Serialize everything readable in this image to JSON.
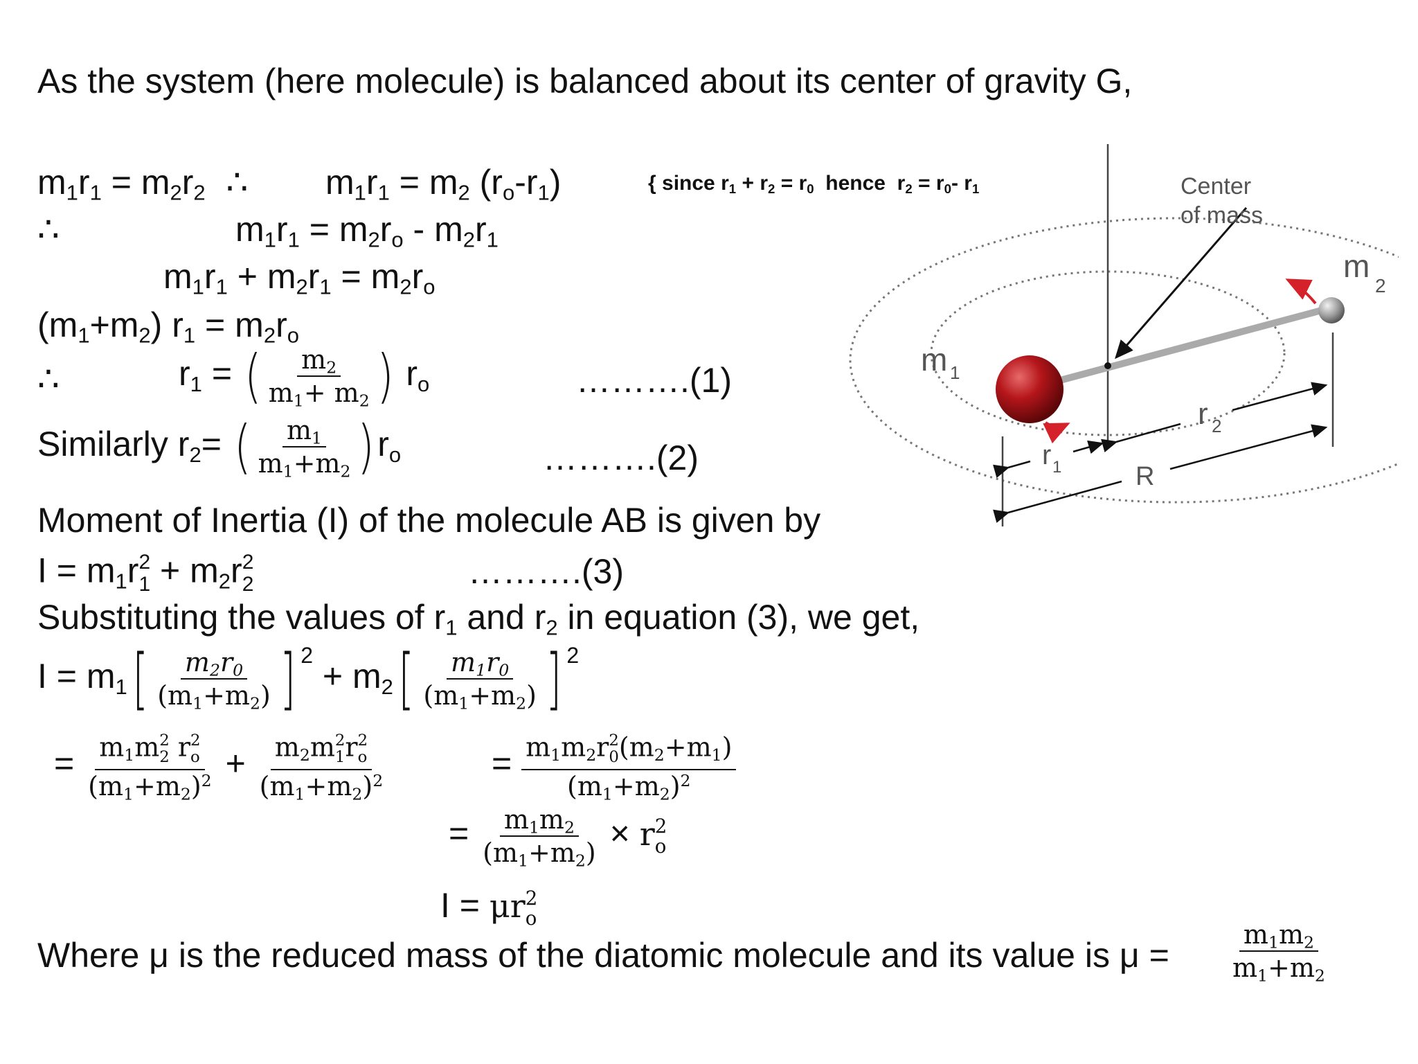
{
  "intro": "As the system (here molecule) is balanced about its center of gravity G,",
  "eq1": {
    "a": "m",
    "b": "r",
    "c": "=",
    "therefore": "∴",
    "rhs": "m",
    "paren_open": "(r",
    "minus": "-r",
    "paren_close": ")"
  },
  "note": {
    "since": "{ since",
    "plus": "+",
    "eq": "=",
    "hence": "hence",
    "minus": "-"
  },
  "eq2": {
    "therefore": "∴",
    "lhs": "m",
    "minus": "-"
  },
  "eq3": {
    "plus": "+",
    "eq": "="
  },
  "eq4": {
    "lhs": "(m",
    "plus": "+m",
    "close": ")",
    "eq": "="
  },
  "eq5": {
    "therefore": "∴",
    "lhs": "r",
    "eq": "=",
    "num": "m",
    "den_a": "m",
    "den_plus": "+ m",
    "tag": "……….(1)"
  },
  "eq6": {
    "label": "Similarly r",
    "eq": "=",
    "num": "m",
    "den": "m",
    "den_plus": "+m",
    "tag": "……….(2)"
  },
  "moment": "Moment of Inertia (I) of the molecule AB is given by",
  "eq7": {
    "lhs": "I = m",
    "plus": "+ m",
    "tag": "……….(3)"
  },
  "subst": {
    "a": "Substituting the values of r",
    "b": " and r",
    "c": " in equation (3),  we get,"
  },
  "eq8": {
    "lhs": "I = m",
    "plus": "+ m",
    "num1": "m",
    "num2": "m",
    "den": "(m",
    "den_plus": "+m",
    "den_close": ")"
  },
  "eq9": {
    "eq": "=",
    "plus": "+",
    "eq2": "="
  },
  "eq10": {
    "eq": "=",
    "times": "×"
  },
  "eq11": {
    "lhs": "I =",
    "mu": "μr"
  },
  "where": "Where μ is the reduced mass of the diatomic molecule and its value is μ =",
  "sym": {
    "s1": "1",
    "s2": "2",
    "so": "o",
    "s0": "0",
    "m": "m",
    "r": "r",
    "eq": "=",
    "plus": "+",
    "paren_open": "(",
    "paren_close": ")"
  },
  "diagram": {
    "center_of_mass_1": "Center",
    "center_of_mass_2": "of mass",
    "m1": "m",
    "m2": "m",
    "r1": "r",
    "r2": "r",
    "R": "R",
    "sub1": "1",
    "sub2": "2"
  },
  "colors": {
    "text": "#111111",
    "mass": "#b5161b",
    "arrow_red": "#d5212a"
  }
}
